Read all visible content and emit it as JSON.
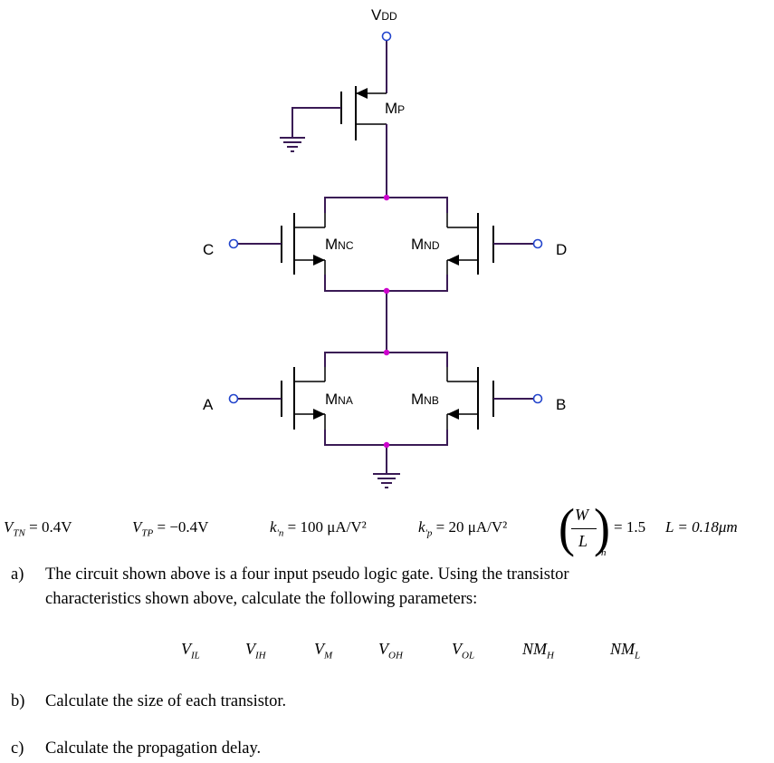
{
  "labels": {
    "vdd_main": "V",
    "vdd_sub": "DD",
    "mp_main": "M",
    "mp_sub": "P",
    "mnc_main": "M",
    "mnc_sub": "NC",
    "mnd_main": "M",
    "mnd_sub": "ND",
    "mna_main": "M",
    "mna_sub": "NA",
    "mnb_main": "M",
    "mnb_sub": "NB",
    "input_c": "C",
    "input_d": "D",
    "input_a": "A",
    "input_b": "B"
  },
  "params": {
    "vtn_sym": "V",
    "vtn_sub": "TN",
    "vtn_val": " = 0.4V",
    "vtp_sym": "V",
    "vtp_sub": "TP",
    "vtp_val": " = −0.4V",
    "kn_sym": "k",
    "kn_sub": "n",
    "kn_val": " = 100 μA/V²",
    "kp_sym": "k",
    "kp_sub": "p",
    "kp_val": " = 20 μA/V²",
    "wl_num": "W",
    "wl_den": "L",
    "wl_sub": "n",
    "wl_val": "= 1.5",
    "l_val": "L = 0.18μm"
  },
  "questions": {
    "a_marker": "a)",
    "a_line1": "The circuit shown above is a four input pseudo logic gate. Using the transistor",
    "a_line2": "characteristics shown above, calculate the following parameters:",
    "b_marker": "b)",
    "b_text": "Calculate the size of each transistor.",
    "c_marker": "c)",
    "c_text": "Calculate the propagation delay."
  },
  "targets": [
    {
      "sym": "V",
      "sub": "IL"
    },
    {
      "sym": "V",
      "sub": "IH"
    },
    {
      "sym": "V",
      "sub": "M"
    },
    {
      "sym": "V",
      "sub": "OH"
    },
    {
      "sym": "V",
      "sub": "OL"
    },
    {
      "sym": "NM",
      "sub": "H"
    },
    {
      "sym": "NM",
      "sub": "L"
    }
  ],
  "colors": {
    "wire": "#3a1a55",
    "node_dot": "#cc00cc",
    "terminal": "#2244cc",
    "device": "#000000"
  }
}
